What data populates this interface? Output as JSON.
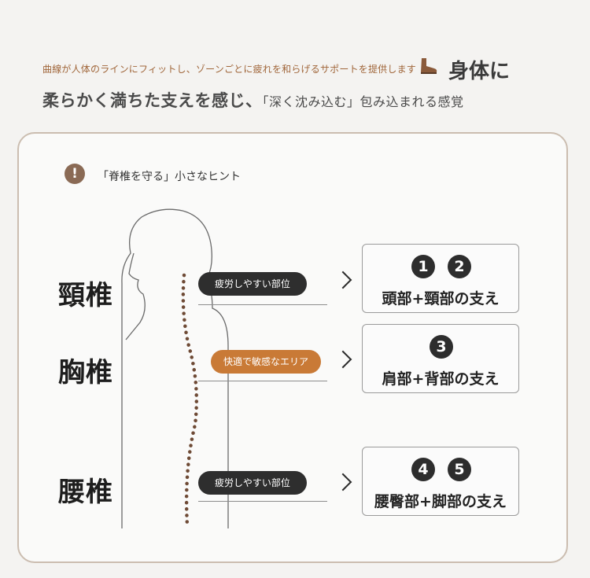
{
  "header": {
    "line1_small": "曲線が人体のラインにフィットし、ゾーンごとに疲れを和らげるサポートを提供します",
    "line1_big": "身体に",
    "line2_a": "柔らかく満ちた支えを感じ、",
    "line2_quote": "「深く沈み込む」",
    "line2_b": "包み込まれる感覚"
  },
  "hint": {
    "icon": "exclamation-icon",
    "text": "「脊椎を守る」小さなヒント"
  },
  "zones": [
    {
      "label": "頸椎",
      "pill": "疲労しやすい部位",
      "pill_style": "dark",
      "numbers": [
        "1",
        "2"
      ],
      "support": "頭部+頸部の支え"
    },
    {
      "label": "胸椎",
      "pill": "快適で敏感なエリア",
      "pill_style": "orange",
      "numbers": [
        "3"
      ],
      "support": "肩部+背部の支え"
    },
    {
      "label": "腰椎",
      "pill": "疲労しやすい部位",
      "pill_style": "dark",
      "numbers": [
        "4",
        "5"
      ],
      "support": "腰臀部+脚部の支え"
    }
  ],
  "colors": {
    "accent_orange": "#c97a36",
    "dark_pill": "#2e2e2e",
    "spine_dots": "#6e4a35",
    "card_border": "#cbbdb0"
  }
}
